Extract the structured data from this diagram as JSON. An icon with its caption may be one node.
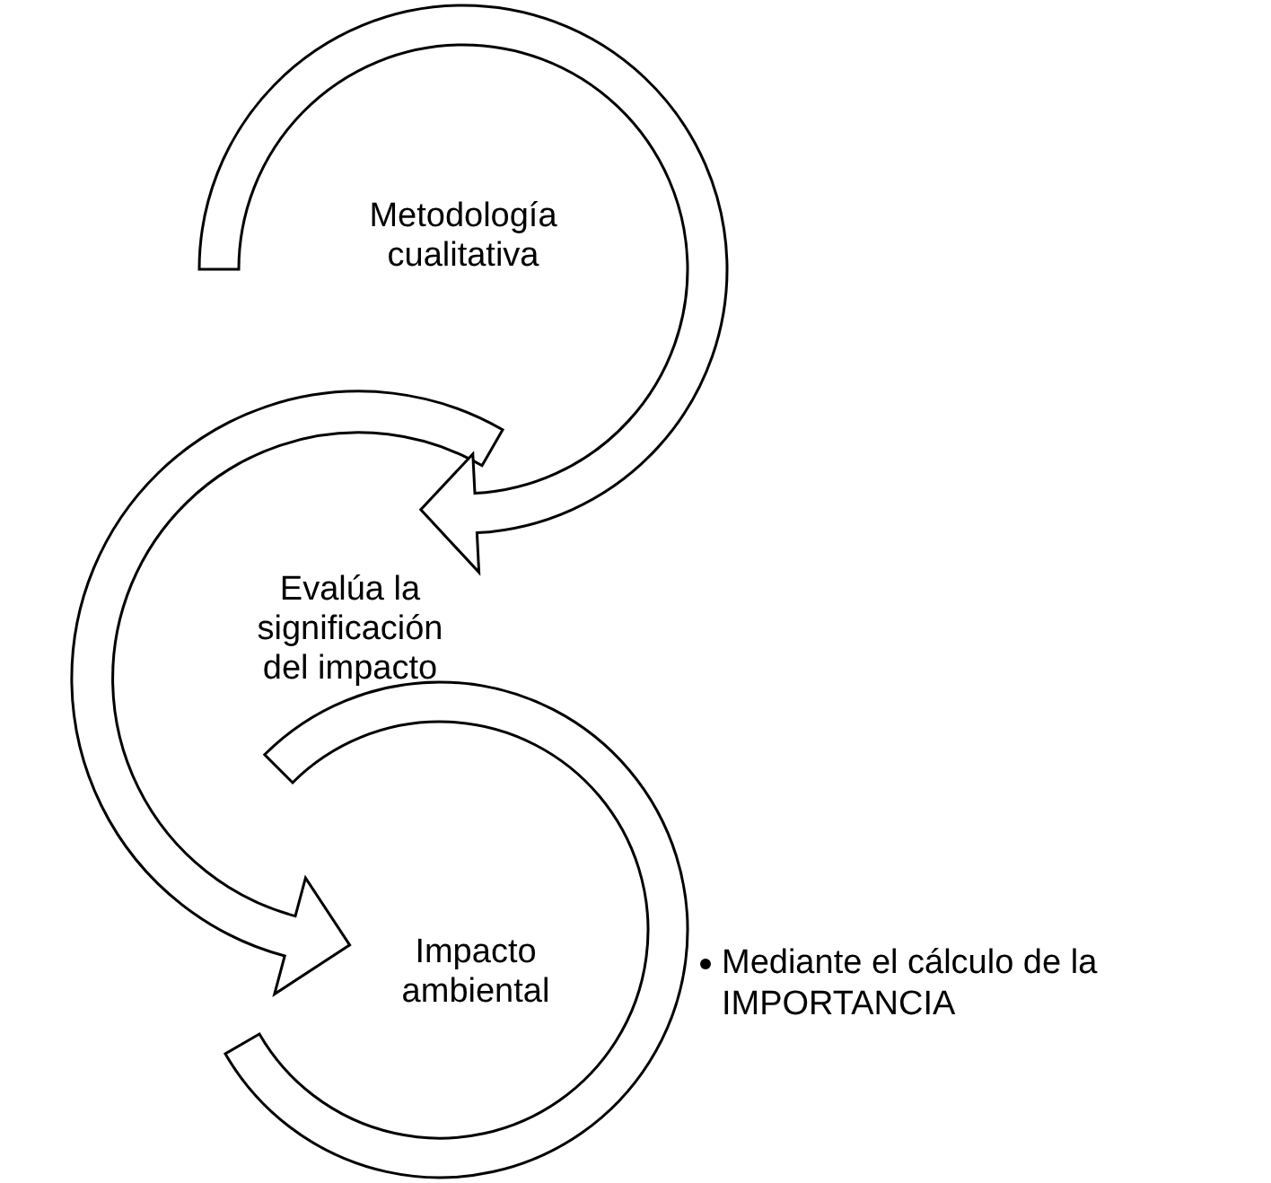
{
  "diagram": {
    "nodes": [
      {
        "text": [
          "Metodología cualitativa"
        ]
      },
      {
        "text": [
          "Evalúa la significación del impacto"
        ]
      },
      {
        "text": [
          "Impacto ambiental"
        ],
        "beside": [
          "Mediante el cálculo de la IMPORTANCIA"
        ]
      }
    ]
  }
}
